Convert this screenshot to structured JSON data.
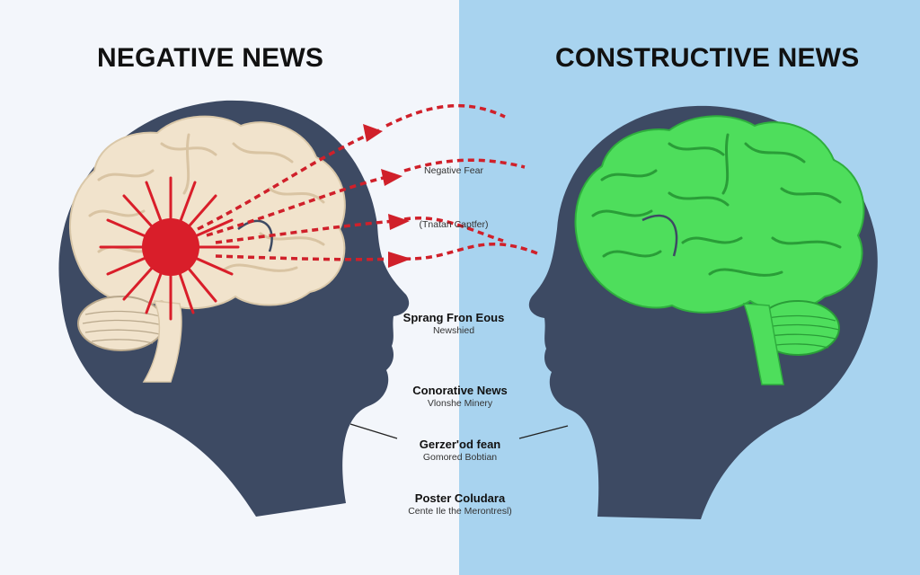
{
  "titles": {
    "left": "NEGATIVE NEWS",
    "right": "CONSTRUCTIVE NEWS"
  },
  "arrow_labels": {
    "first": "Negative Fear",
    "second": "(Tnatan Captfer)"
  },
  "center_labels": [
    {
      "heading": "Sprang Fron Eous",
      "sub": "Newshied"
    },
    {
      "heading": "Conorative News",
      "sub": "Vlonshe Minery"
    },
    {
      "heading": "Gerzer'od fean",
      "sub": "Gomored Bobtian"
    },
    {
      "heading": "Poster Coludara",
      "sub": "Cente Ile the Merontresl)"
    }
  ],
  "colors": {
    "left_background": "#f3f6fb",
    "right_background": "#a8d3ef",
    "head_silhouette": "#3d4a63",
    "brain_left": "#f1e3cc",
    "brain_right": "#4ede5c",
    "burst_red": "#d91e2a",
    "arrow_red": "#d0202a"
  },
  "icons": {
    "left": "stressed-brain-icon",
    "right": "healthy-brain-icon",
    "burst": "stress-burst-icon"
  }
}
